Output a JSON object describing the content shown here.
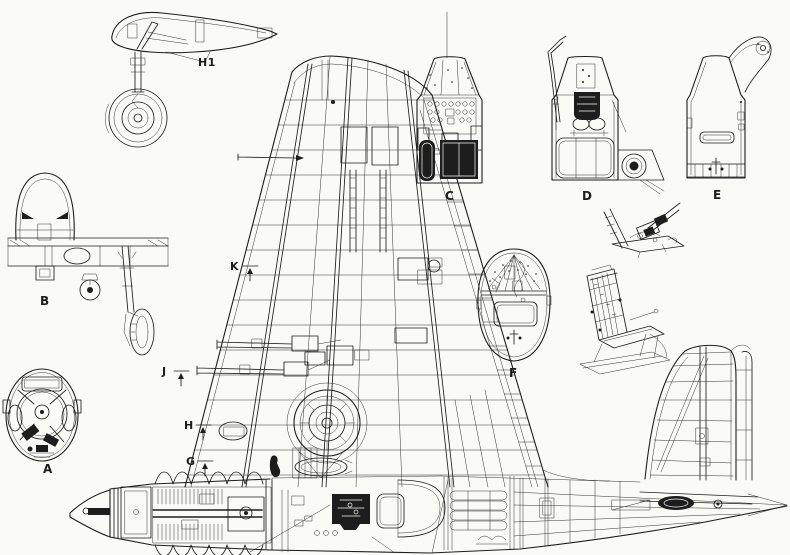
{
  "figure": {
    "paper_color": "#fafaf6",
    "ink_color": "#1d1d1d",
    "captions": {
      "wing_undercarriage_section": "H1",
      "engine_bay_section": "A",
      "cockpit_cross_section": "B",
      "instrument_panel_section": "C",
      "observer_station_section": "D",
      "rear_station_section": "E",
      "turret_bay_section": "F"
    },
    "wing_station_markers": [
      {
        "letter": "K"
      },
      {
        "letter": "J"
      },
      {
        "letter": "H"
      },
      {
        "letter": "G"
      }
    ]
  }
}
